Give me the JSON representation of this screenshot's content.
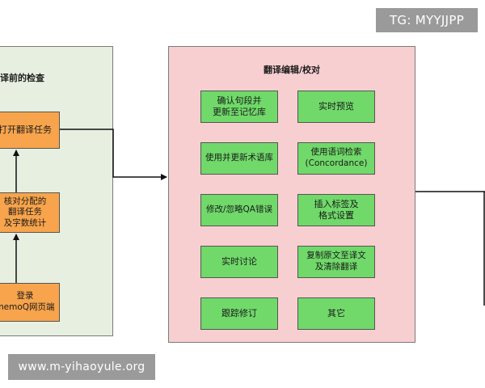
{
  "panels": {
    "left_title": "译前的检查",
    "middle_title": "翻译编辑/校对"
  },
  "left_nodes": {
    "open_task": "打开翻译任务",
    "check_task": "核对分配的\n翻译任务\n及字数统计",
    "login": "登录\nmemoQ网页端"
  },
  "middle_nodes": {
    "confirm_segment": "确认句段并\n更新至记忆库",
    "realtime_preview": "实时预览",
    "update_termbase": "使用并更新术语库",
    "concordance": "使用语词检索\n(Concordance)",
    "qa_errors": "修改/忽略QA错误",
    "insert_tags": "插入标签及\n格式设置",
    "realtime_discussion": "实时讨论",
    "copy_source": "复制原文至译文\n及清除翻译",
    "track_changes": "跟踪修订",
    "other": "其它"
  },
  "watermarks": {
    "tg": "TG: MYYJJPP",
    "url": "www.m-yihaoyule.org"
  },
  "colors": {
    "left_panel_bg": "#e7efe1",
    "middle_panel_bg": "#f8cfd0",
    "orange_node": "#f7a44c",
    "green_node": "#70d96a"
  }
}
